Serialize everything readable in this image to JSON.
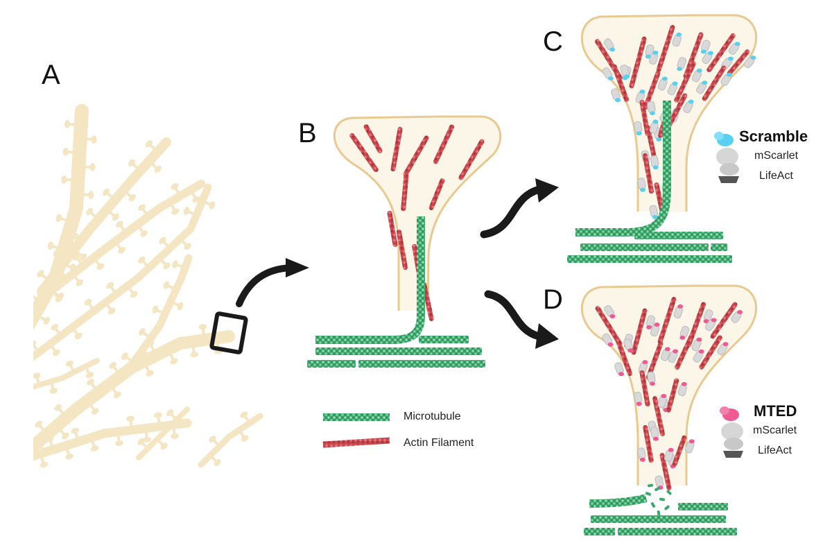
{
  "panels": {
    "a": {
      "label": "A"
    },
    "b": {
      "label": "B"
    },
    "c": {
      "label": "C"
    },
    "d": {
      "label": "D"
    }
  },
  "legend": {
    "microtubule": "Microtubule",
    "actin": "Actin Filament"
  },
  "constructs": {
    "scramble": {
      "title": "Scramble",
      "fluor": "mScarlet",
      "anchor": "LifeAct"
    },
    "mted": {
      "title": "MTED",
      "fluor": "mScarlet",
      "anchor": "LifeAct"
    }
  },
  "colors": {
    "neuron": "#f4e6c3",
    "neuron_outline": "#e8c98f",
    "spine_fill": "#fcf6e9",
    "microtubule": "#3aa76d",
    "actin": "#c9484e",
    "arrow": "#1a1a1a",
    "scramble_tag": "#5ad0f0",
    "mted_tag": "#f05a92",
    "mscarlet": "#d6d6d6",
    "lifeact": "#555555"
  }
}
